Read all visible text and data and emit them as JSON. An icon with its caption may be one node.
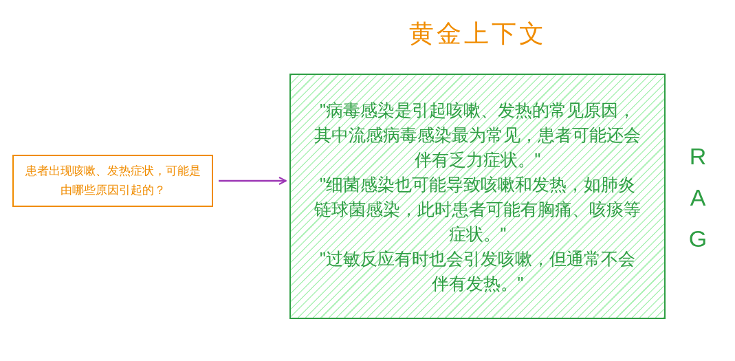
{
  "diagram": {
    "nodes": [
      {
        "text": [
          "患者出现咳嗽、发热症状，可能是由哪些原因引起的？"
        ]
      },
      {
        "text": [
          "黄金上下文",
          "\"病毒感染是引起咳嗽、发热的常见原因，其中流感病毒感染最为常见，患者可能还会伴有乏力症状。\"",
          "\"细菌感染也可能导致咳嗽和发热，如肺炎链球菌感染，此时患者可能有胸痛、咳痰等症状。\"",
          "\"过敏反应有时也会引发咳嗽，但通常不会伴有发热。\""
        ],
        "beside": [
          "RAG"
        ]
      }
    ],
    "edges": [
      {
        "from": 0,
        "to": 1,
        "arrow": "to"
      }
    ]
  }
}
